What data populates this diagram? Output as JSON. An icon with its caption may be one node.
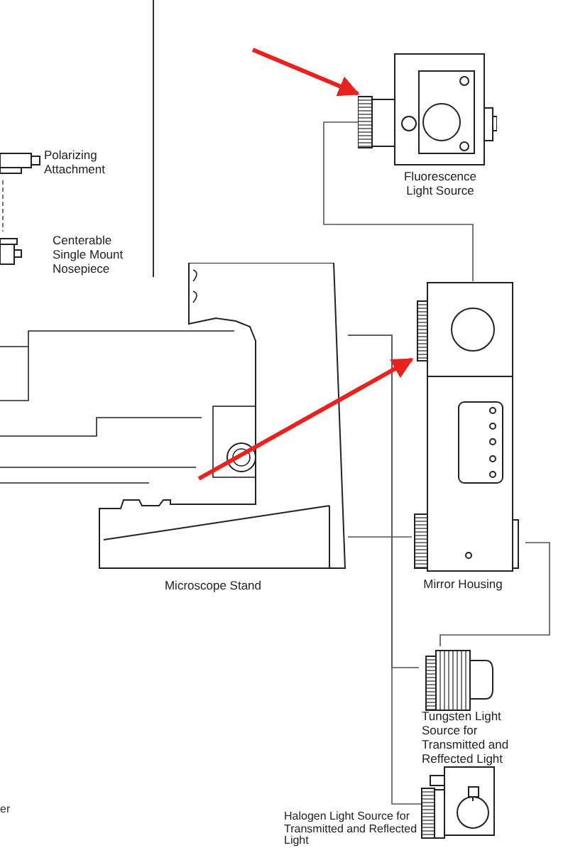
{
  "diagram": {
    "nodes": [
      {
        "text": [
          "Polarizing Attachment"
        ]
      },
      {
        "text": [
          "Centerable Single Mount Nosepiece"
        ]
      },
      {
        "text": [
          "Microscope Stand"
        ]
      },
      {
        "text": [
          "Fluorescence Light Source"
        ]
      },
      {
        "text": [
          "Mirror Housing"
        ]
      },
      {
        "text": [
          "Tungsten Light Source for Transmitted and Reffected Light"
        ]
      },
      {
        "text": [
          "Halogen Light Source for Transmitted and Reflected Light"
        ]
      }
    ],
    "edges": [
      {
        "from": 0,
        "to": 1,
        "arrow": "none",
        "style": "dashed"
      },
      {
        "from": 3,
        "to": 4,
        "arrow": "none"
      },
      {
        "from": 2,
        "to": 4,
        "arrow": "none"
      },
      {
        "from": 4,
        "to": 5,
        "arrow": "none"
      },
      {
        "from": 2,
        "to": 5,
        "arrow": "none"
      },
      {
        "from": 2,
        "to": 6,
        "arrow": "none"
      },
      {
        "from": null,
        "to": 3,
        "arrow": "to",
        "style": "thick",
        "color": "#e8231f"
      },
      {
        "from": 2,
        "to": 4,
        "arrow": "to",
        "style": "thick",
        "color": "#e8231f"
      }
    ],
    "labels": [
      "er"
    ]
  }
}
